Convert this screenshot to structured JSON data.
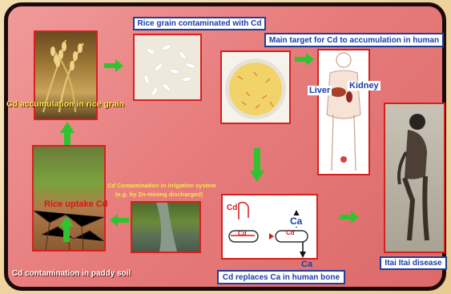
{
  "labels": {
    "rice_grain_contaminated": "Rice grain contaminated with Cd",
    "main_target": "Main target for Cd to accumulation in human",
    "liver": "Liver",
    "kidney": "Kidney",
    "cd_accumulation_rice": "Cd accumulation in rice grain",
    "contamination_irrigation_line1": "Cd  Contamination in irrigation system",
    "contamination_irrigation_line2": "(e.g. by Zn-mining discharged)",
    "rice_uptake": "Rice uptake Cd",
    "paddy_soil": "Cd contamination in paddy soil",
    "itai_itai": "Itai Itai disease",
    "cd_replaces_ca": "Cd replaces Ca in human bone",
    "bone_cd_top": "Cd",
    "bone_cd_1": "Cd",
    "bone_cd_2": "Cd",
    "bone_ca_top": "Ca",
    "bone_ca_bottom": "Ca",
    "organ_small_label": "Kidney"
  },
  "colors": {
    "arrow_green": "#2fc42f",
    "label_blue": "#1a3ea8",
    "frame_red": "#d62020",
    "rice_yellow": "#f1e44a",
    "cd_red": "#d81818"
  }
}
